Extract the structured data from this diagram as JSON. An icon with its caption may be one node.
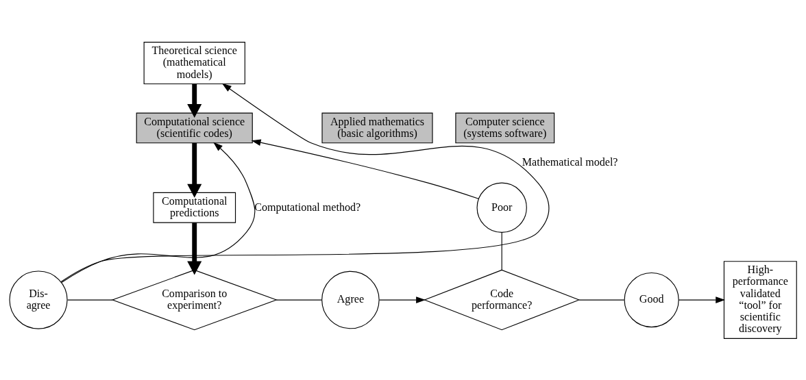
{
  "diagram": {
    "nodes": [
      {
        "text": [
          "Theoretical science (mathematical models)"
        ]
      },
      {
        "text": [
          "Applied mathematics (basic algorithms)"
        ]
      },
      {
        "text": [
          "Computer science (systems software)"
        ]
      },
      {
        "text": [
          "Computational science (scientific codes)"
        ]
      },
      {
        "text": [
          "Computational predictions"
        ]
      },
      {
        "text": [
          "Comparison to experiment?"
        ]
      },
      {
        "text": [
          "Dis- agree"
        ]
      },
      {
        "text": [
          "Agree"
        ]
      },
      {
        "text": [
          "Code performance?"
        ]
      },
      {
        "text": [
          "Poor"
        ]
      },
      {
        "text": [
          "Good"
        ]
      },
      {
        "text": [
          "High- performance validated “tool” for scientific discovery"
        ]
      }
    ],
    "edges": [
      {
        "from": 0,
        "to": 3,
        "arrow": "to",
        "style": "thick"
      },
      {
        "from": 3,
        "to": 4,
        "arrow": "to",
        "style": "thick"
      },
      {
        "from": 4,
        "to": 5,
        "arrow": "to",
        "style": "thick"
      },
      {
        "from": 6,
        "to": 5,
        "arrow": "none"
      },
      {
        "from": 6,
        "to": 0,
        "arrow": "to",
        "label": "Mathematical model?"
      },
      {
        "from": 6,
        "to": 3,
        "arrow": "to",
        "label": "Computational method?"
      },
      {
        "from": 5,
        "to": 7,
        "arrow": "none"
      },
      {
        "from": 7,
        "to": 8,
        "arrow": "to"
      },
      {
        "from": 8,
        "to": 10,
        "arrow": "none"
      },
      {
        "from": 10,
        "to": 11,
        "arrow": "to"
      },
      {
        "from": 8,
        "to": 9,
        "arrow": "none"
      },
      {
        "from": 9,
        "to": 3,
        "arrow": "to"
      }
    ]
  }
}
